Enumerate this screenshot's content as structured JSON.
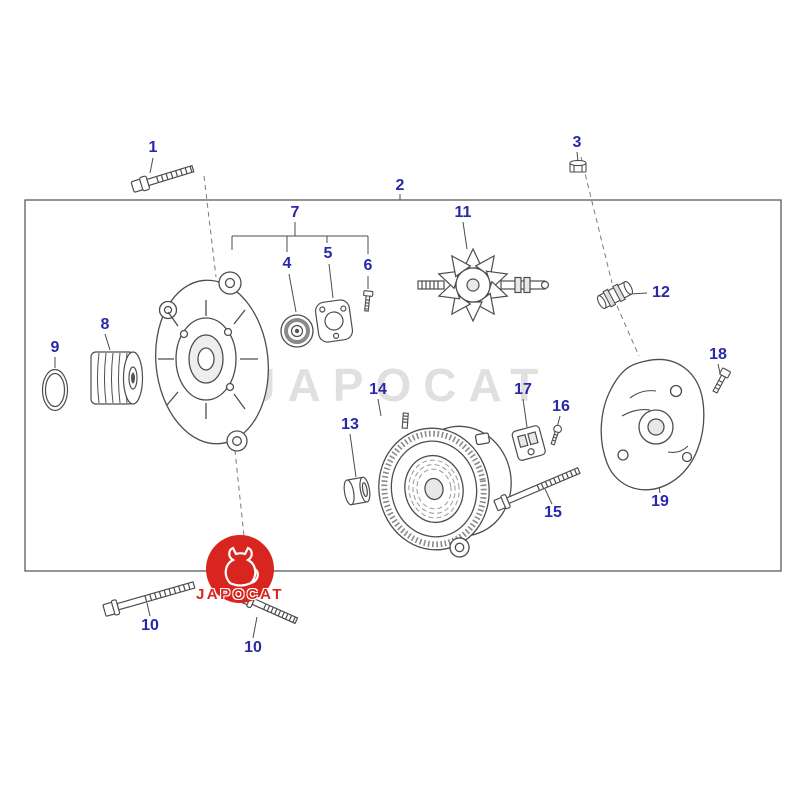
{
  "diagram": {
    "watermark": "JAPOCAT",
    "logo_text": "JAPOCAT",
    "part_labels": [
      "1",
      "2",
      "3",
      "4",
      "5",
      "6",
      "7",
      "8",
      "9",
      "10",
      "10",
      "11",
      "12",
      "13",
      "14",
      "15",
      "16",
      "17",
      "18",
      "19"
    ]
  },
  "colors": {
    "label-blue": "#2929a8",
    "line-gray": "#4d4d4d",
    "logo-red": "#d8251f",
    "watermark-gray": "#c8c8c8"
  }
}
